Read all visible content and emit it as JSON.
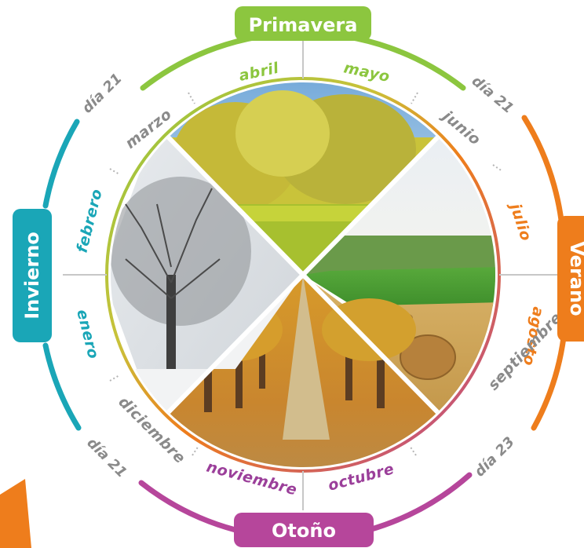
{
  "seasons": {
    "spring": {
      "label": "Primavera",
      "color": "#8cc63f"
    },
    "summer": {
      "label": "Verano",
      "color": "#ee7d1c"
    },
    "autumn": {
      "label": "Otoño",
      "color": "#b6469b"
    },
    "winter": {
      "label": "Invierno",
      "color": "#1aa6b7"
    }
  },
  "solstice_dates": {
    "spring_start": "día 21",
    "summer_start": "día 21",
    "autumn_start": "día 23",
    "winter_start": "día 21"
  },
  "months": {
    "enero": "enero",
    "febrero": "febrero",
    "marzo": "marzo",
    "abril": "abril",
    "mayo": "mayo",
    "junio": "junio",
    "julio": "julio",
    "agosto": "agosto",
    "septiembre": "septiembre",
    "octubre": "octubre",
    "noviembre": "noviembre",
    "diciembre": "diciembre"
  },
  "colors": {
    "month_gray": "#8a8a8a",
    "spring_month": "#8cc63f",
    "summer_month": "#ee7d1c",
    "autumn_month": "#9b3f9a",
    "winter_month": "#1aa6b7"
  },
  "scenes": {
    "spring": "spring-tree-photo",
    "summer": "summer-field-photo",
    "autumn": "autumn-avenue-photo",
    "winter": "winter-tree-photo"
  }
}
